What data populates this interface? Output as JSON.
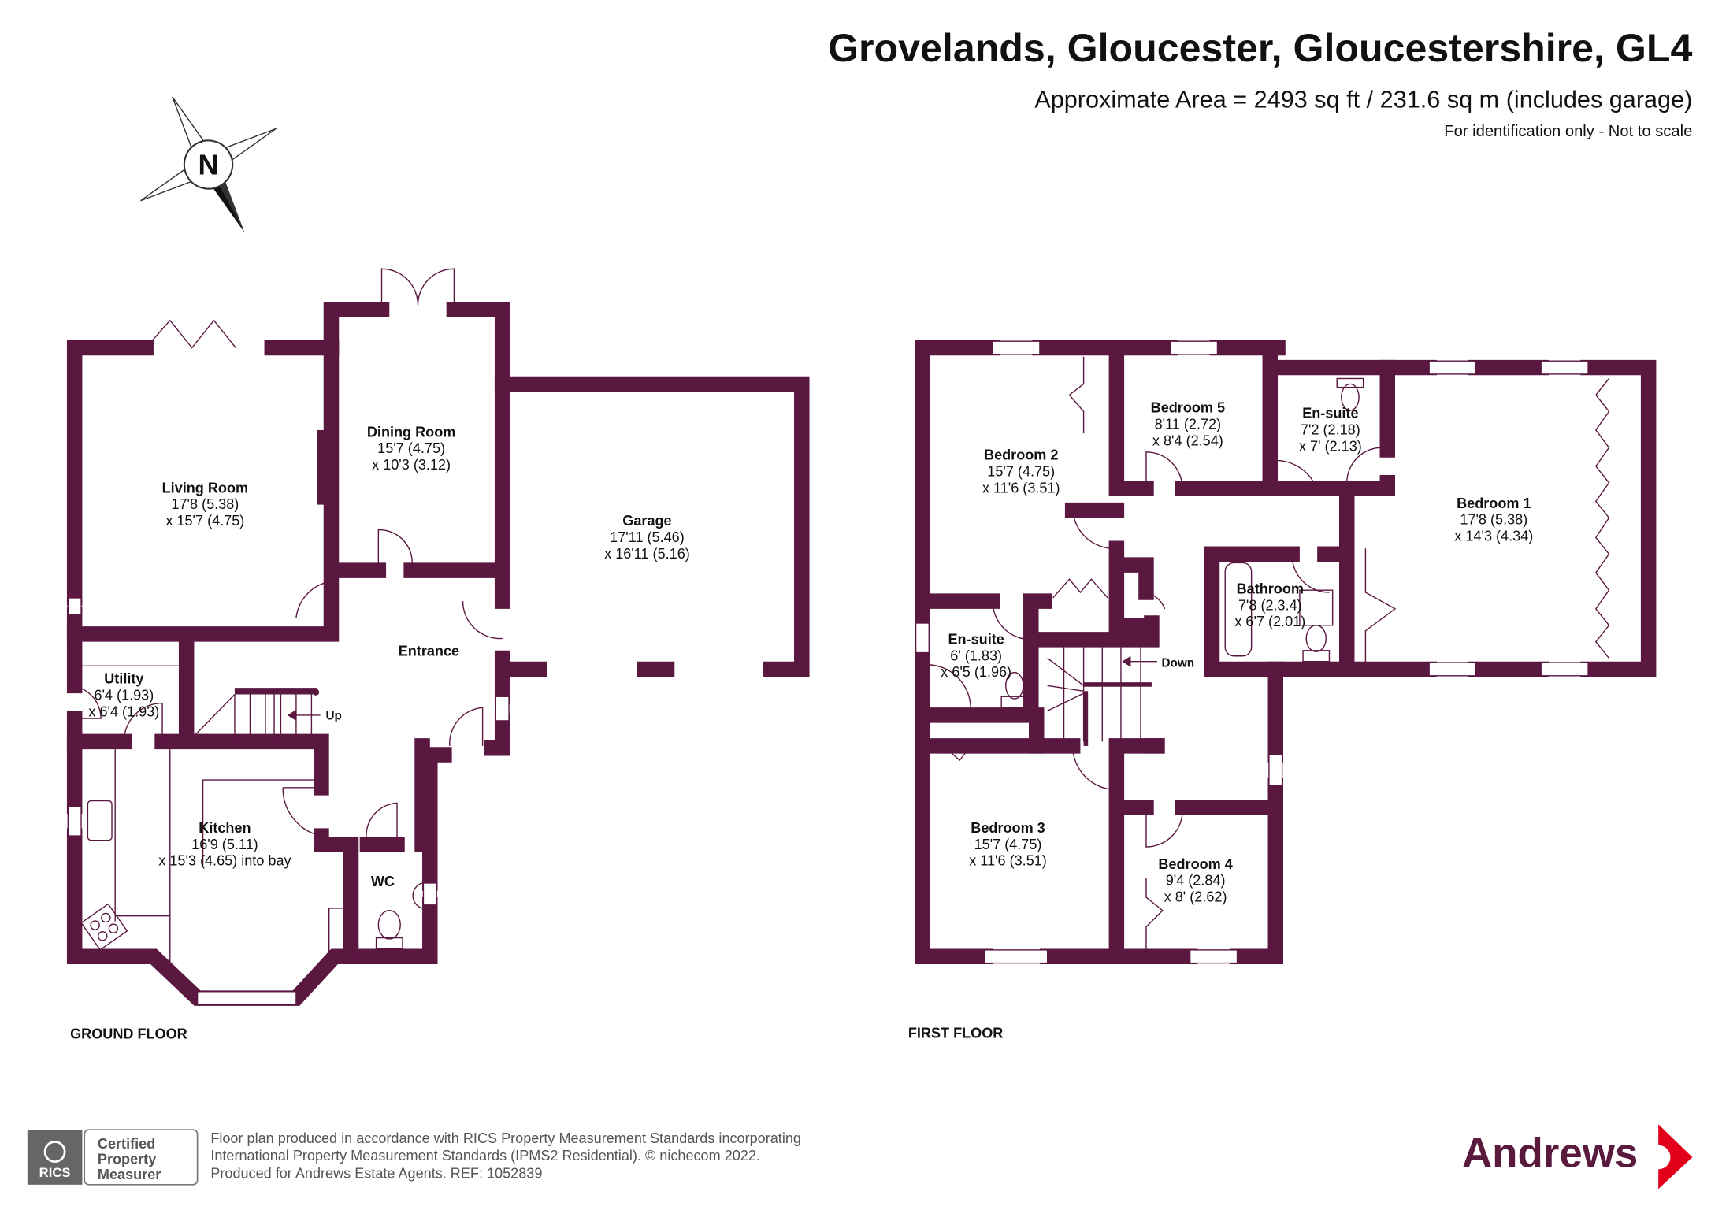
{
  "header": {
    "title": "Grovelands, Gloucester, Gloucestershire, GL4",
    "area": "Approximate Area = 2493 sq ft / 231.6 sq m (includes garage)",
    "note": "For identification only - Not to scale"
  },
  "compass": {
    "label": "N"
  },
  "ground_floor": {
    "label": "GROUND FLOOR",
    "stairs_label": "Up",
    "rooms": [
      {
        "name": "Living Room",
        "dims": [
          "17'8 (5.38)",
          "x 15'7 (4.75)"
        ]
      },
      {
        "name": "Dining Room",
        "dims": [
          "15'7 (4.75)",
          "x 10'3 (3.12)"
        ]
      },
      {
        "name": "Garage",
        "dims": [
          "17'11 (5.46)",
          "x 16'11 (5.16)"
        ]
      },
      {
        "name": "Entrance",
        "dims": []
      },
      {
        "name": "Utility",
        "dims": [
          "6'4 (1.93)",
          "x 6'4 (1.93)"
        ]
      },
      {
        "name": "Kitchen",
        "dims": [
          "16'9 (5.11)",
          "x 15'3 (4.65) into bay"
        ]
      },
      {
        "name": "WC",
        "dims": []
      }
    ]
  },
  "first_floor": {
    "label": "FIRST FLOOR",
    "stairs_label": "Down",
    "rooms": [
      {
        "name": "Bedroom 2",
        "dims": [
          "15'7 (4.75)",
          "x 11'6 (3.51)"
        ]
      },
      {
        "name": "Bedroom 5",
        "dims": [
          "8'11 (2.72)",
          "x 8'4 (2.54)"
        ]
      },
      {
        "name": "En-suite",
        "dims": [
          "7'2 (2.18)",
          "x 7' (2.13)"
        ]
      },
      {
        "name": "Bedroom 1",
        "dims": [
          "17'8 (5.38)",
          "x 14'3 (4.34)"
        ]
      },
      {
        "name": "Bathroom",
        "dims": [
          "7'8 (2.3.4)",
          "x 6'7 (2.01)"
        ]
      },
      {
        "name": "En-suite",
        "dims": [
          "6' (1.83)",
          "x 6'5 (1.96)"
        ]
      },
      {
        "name": "Bedroom 3",
        "dims": [
          "15'7 (4.75)",
          "x 11'6 (3.51)"
        ]
      },
      {
        "name": "Bedroom 4",
        "dims": [
          "9'4 (2.84)",
          "x 8' (2.62)"
        ]
      }
    ]
  },
  "footer": {
    "rics_badge": {
      "logo": "RICS",
      "lines": [
        "Certified",
        "Property",
        "Measurer"
      ]
    },
    "disclaimer": [
      "Floor plan produced in accordance with RICS Property Measurement Standards incorporating",
      "International Property Measurement Standards (IPMS2 Residential).   © nichecom 2022.",
      "Produced for Andrews Estate Agents.   REF:   1052839"
    ]
  },
  "brand": {
    "name": "Andrews",
    "color": "#5a1a3e",
    "arrow_color": "#e2001a"
  },
  "colors": {
    "wall": "#5a1740"
  }
}
